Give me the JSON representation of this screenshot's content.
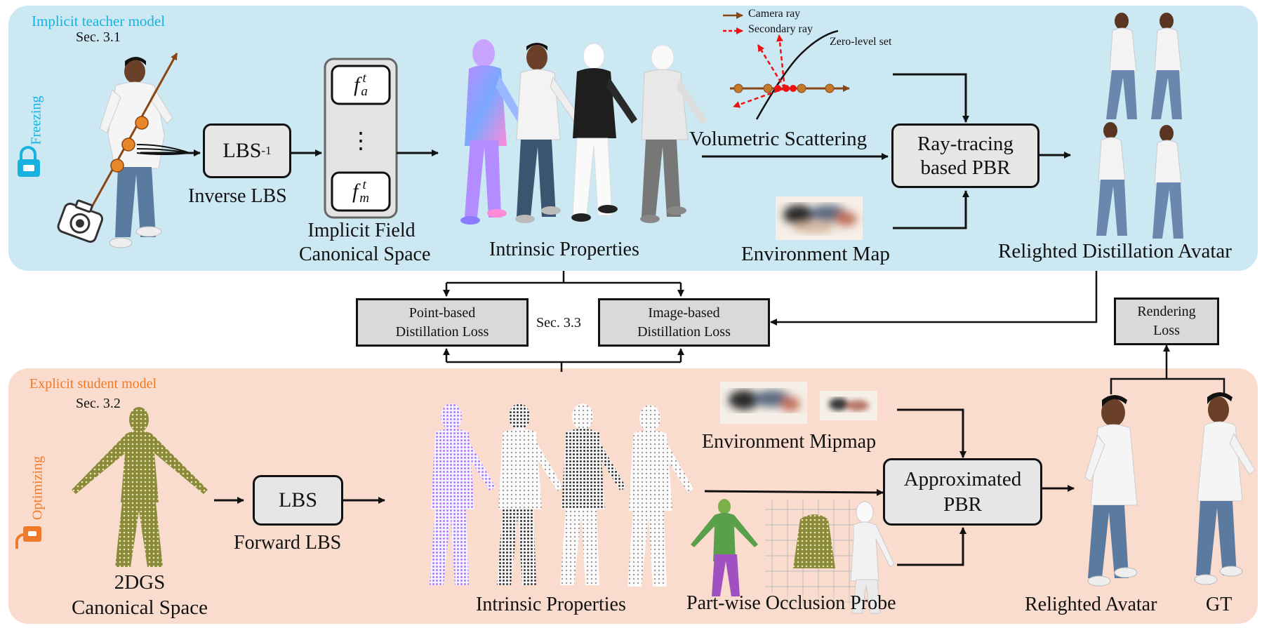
{
  "teacher": {
    "title": "Implicit teacher model",
    "sec": "Sec. 3.1",
    "state": "Freezing",
    "lbs_box": "LBS",
    "lbs_sup": "-1",
    "inverse_lbs": "Inverse LBS",
    "field_top_base": "f",
    "field_top_sup": "t",
    "field_top_sub": "a",
    "field_dots": "⋮",
    "field_bottom_base": "f",
    "field_bottom_sup": "t",
    "field_bottom_sub": "m",
    "implicit_field_1": "Implicit Field",
    "implicit_field_2": "Canonical Space",
    "intrinsic": "Intrinsic Properties",
    "legend_camera": "Camera ray",
    "legend_secondary": "Secondary ray",
    "zero_level": "Zero-level set",
    "volumetric": "Volumetric Scattering",
    "pbr_1": "Ray-tracing",
    "pbr_2": "based PBR",
    "env_map": "Environment Map",
    "relighted": "Relighted Distillation Avatar"
  },
  "distillation": {
    "point_1": "Point-based",
    "point_2": "Distillation Loss",
    "sec": "Sec. 3.3",
    "image_1": "Image-based",
    "image_2": "Distillation Loss",
    "render_1": "Rendering",
    "render_2": "Loss"
  },
  "student": {
    "title": "Explicit student model",
    "sec": "Sec. 3.2",
    "state": "Optimizing",
    "canonical_1": "2DGS",
    "canonical_2": "Canonical Space",
    "lbs_box": "LBS",
    "forward_lbs": "Forward LBS",
    "intrinsic": "Intrinsic Properties",
    "env_mipmap": "Environment Mipmap",
    "pbr_1": "Approximated",
    "pbr_2": "PBR",
    "occlusion": "Part-wise Occlusion Probe",
    "relighted": "Relighted Avatar",
    "gt": "GT"
  },
  "colors": {
    "teacher_bg": "#cbe8f3",
    "student_bg": "#f9dccd",
    "teacher_accent": "#19b2e0",
    "student_accent": "#ef7a2a",
    "ray_brown": "#8b4513",
    "ray_red": "#e11"
  }
}
